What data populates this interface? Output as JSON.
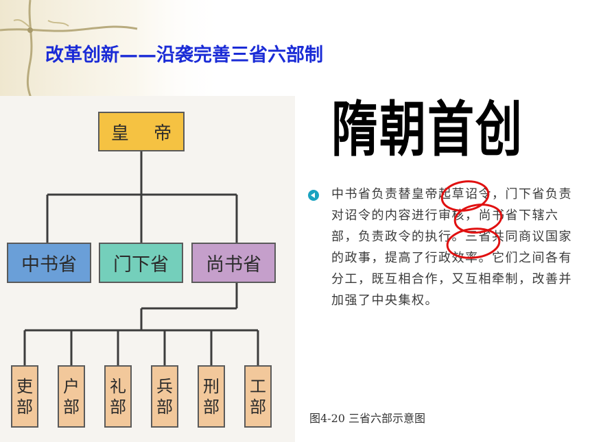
{
  "slide": {
    "title": "改革创新——沿袭完善三省六部制",
    "heading": "隋朝首创"
  },
  "chart": {
    "emperor": "皇 帝",
    "departments": [
      "中书省",
      "门下省",
      "尚书省"
    ],
    "ministries": [
      [
        "吏",
        "部"
      ],
      [
        "户",
        "部"
      ],
      [
        "礼",
        "部"
      ],
      [
        "兵",
        "部"
      ],
      [
        "刑",
        "部"
      ],
      [
        "工",
        "部"
      ]
    ],
    "caption": "图4-20 三省六部示意图"
  },
  "description": "中书省负责替皇帝起草诏令，门下省负责对诏令的内容进行审核，尚书省下辖六部，负责政令的执行。三省共同商议国家的政事，提高了行政效率。它们之间各有分工，既互相合作，又互相牵制，改善并加强了中央集权。",
  "colors": {
    "title": "#1a2bd6",
    "emperor_box": "#f5c242",
    "zhongshu_box": "#6a9fd8",
    "menxia_box": "#74cfbb",
    "shangshu_box": "#c59fcb",
    "ministry_box": "#f2c89b",
    "highlight_circle": "#e01010"
  }
}
